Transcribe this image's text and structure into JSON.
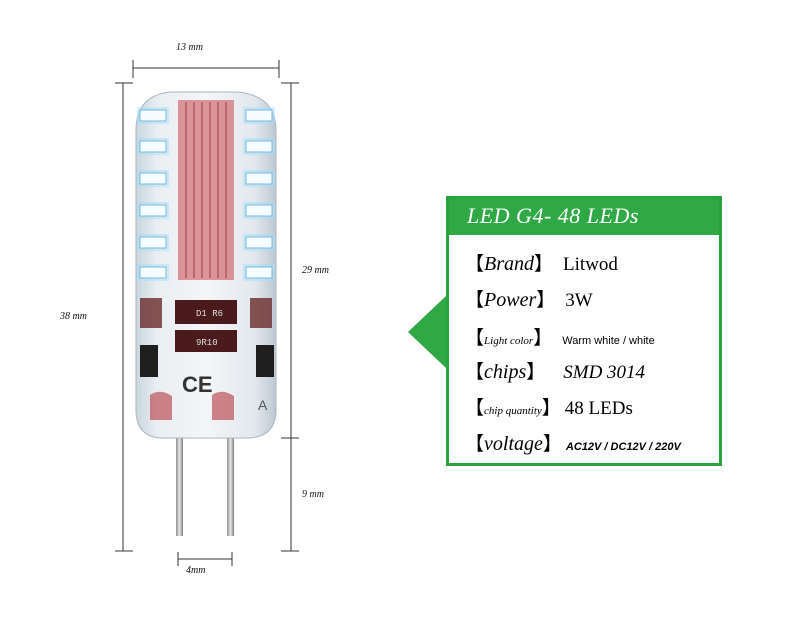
{
  "dimensions": {
    "width_label": "13 mm",
    "total_height_label": "38 mm",
    "body_height_label": "29 mm",
    "pin_length_label": "9 mm",
    "pin_spacing_label": "4mm"
  },
  "bulb": {
    "chip_markings": [
      "D1 R6",
      "9R10"
    ],
    "ce_mark": "CE",
    "side_mark": "A"
  },
  "spec_card": {
    "title": "LED G4- 48 LEDs",
    "bracket_open": "【",
    "bracket_close": "】",
    "rows": [
      {
        "label": "Brand",
        "value": "Litwod"
      },
      {
        "label": "Power",
        "value": "3W"
      },
      {
        "label": "Light color",
        "value": "Warm white / white"
      },
      {
        "label": "chips",
        "value": "SMD 3014"
      },
      {
        "label": "chip quantity",
        "value": "48 LEDs"
      },
      {
        "label": "voltage",
        "value": "AC12V / DC12V / 220V"
      }
    ],
    "colors": {
      "accent": "#2fa845",
      "border": "#25a53c"
    }
  }
}
